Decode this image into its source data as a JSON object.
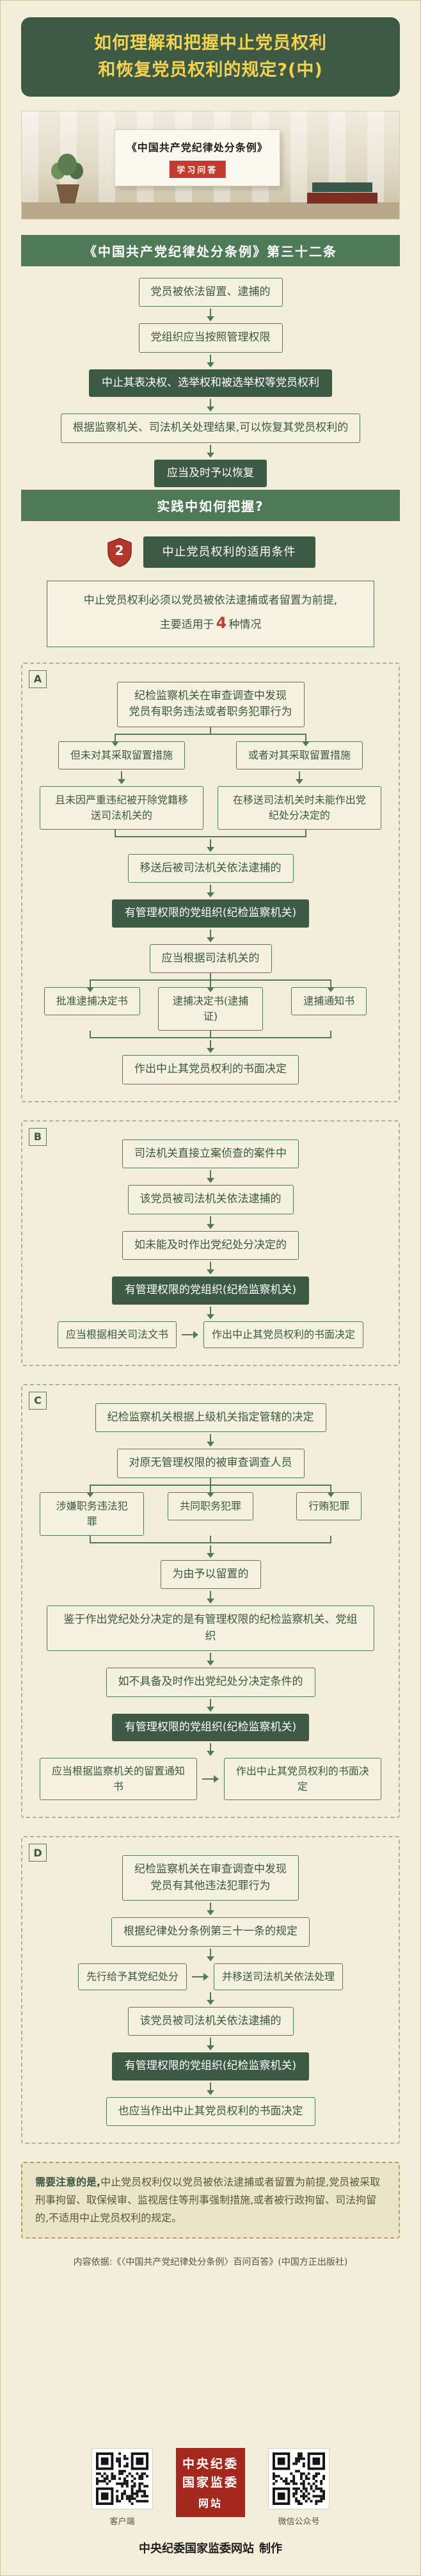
{
  "page": {
    "title_lines": [
      "如何理解和把握中止党员权利",
      "和恢复党员权利的规定?(中)"
    ]
  },
  "photo": {
    "book_title": "《中国共产党纪律处分条例》",
    "badge": "学习问答"
  },
  "article": {
    "banner": "《中国共产党纪律处分条例》第三十二条",
    "flow": [
      "党员被依法留置、逮捕的",
      "党组织应当按照管理权限",
      "中止其表决权、选举权和被选举权等党员权利",
      "根据监察机关、司法机关处理结果,可以恢复其党员权利的",
      "应当及时予以恢复"
    ]
  },
  "practice": {
    "banner": "实践中如何把握?",
    "number": "2",
    "topic": "中止党员权利的适用条件",
    "premise_line1": "中止党员权利必须以党员被依法逮捕或者留置为前提,",
    "premise_pre": "主要适用于",
    "premise_num": "4",
    "premise_post": "种情况"
  },
  "case_a": {
    "label": "A",
    "start1": "纪检监察机关在审查调查中发现",
    "start2": "党员有职务违法或者职务犯罪行为",
    "left1": "但未对其采取留置措施",
    "right1": "或者对其采取留置措施",
    "left2": "且未因严重违纪被开除党籍移送司法机关的",
    "right2": "在移送司法机关时未能作出党纪处分决定的",
    "merge": "移送后被司法机关依法逮捕的",
    "org": "有管理权限的党组织(纪检监察机关)",
    "basis": "应当根据司法机关的",
    "docs": [
      "批准逮捕决定书",
      "逮捕决定书(逮捕证)",
      "逮捕通知书"
    ],
    "result": "作出中止其党员权利的书面决定"
  },
  "case_b": {
    "label": "B",
    "row1": "司法机关直接立案侦查的案件中",
    "row2": "该党员被司法机关依法逮捕的",
    "row3": "如未能及时作出党纪处分决定的",
    "org": "有管理权限的党组织(纪检监察机关)",
    "basis": "应当根据相关司法文书",
    "result": "作出中止其党员权利的书面决定"
  },
  "case_c": {
    "label": "C",
    "row1": "纪检监察机关根据上级机关指定管辖的决定",
    "row2": "对原无管理权限的被审查调查人员",
    "reasons": [
      "涉嫌职务违法犯罪",
      "共同职务犯罪",
      "行贿犯罪"
    ],
    "row4": "为由予以留置的",
    "row5": "鉴于作出党纪处分决定的是有管理权限的纪检监察机关、党组织",
    "row6": "如不具备及时作出党纪处分决定条件的",
    "org": "有管理权限的党组织(纪检监察机关)",
    "basis": "应当根据监察机关的留置通知书",
    "result": "作出中止其党员权利的书面决定"
  },
  "case_d": {
    "label": "D",
    "start1": "纪检监察机关在审查调查中发现",
    "start2": "党员有其他违法犯罪行为",
    "row2": "根据纪律处分条例第三十一条的规定",
    "step_left": "先行给予其党纪处分",
    "step_right": "并移送司法机关依法处理",
    "row4": "该党员被司法机关依法逮捕的",
    "org": "有管理权限的党组织(纪检监察机关)",
    "result": "也应当作出中止其党员权利的书面决定"
  },
  "note": {
    "lead": "需要注意的是,",
    "body": "中止党员权利仅以党员被依法逮捕或者留置为前提,党员被采取刑事拘留、取保候审、监视居住等刑事强制措施,或者被行政拘留、司法拘留的,不适用中止党员权利的规定。"
  },
  "source": {
    "text": "内容依据:《〈中国共产党纪律处分条例〉百问百答》(中国方正出版社)"
  },
  "footer": {
    "qr_left_label": "客户端",
    "qr_right_label": "微信公众号",
    "logo_lines": [
      "中央纪委",
      "国家监委",
      "网站"
    ],
    "credit_site": "中央纪委国家监委网站",
    "credit_action": "制作"
  }
}
